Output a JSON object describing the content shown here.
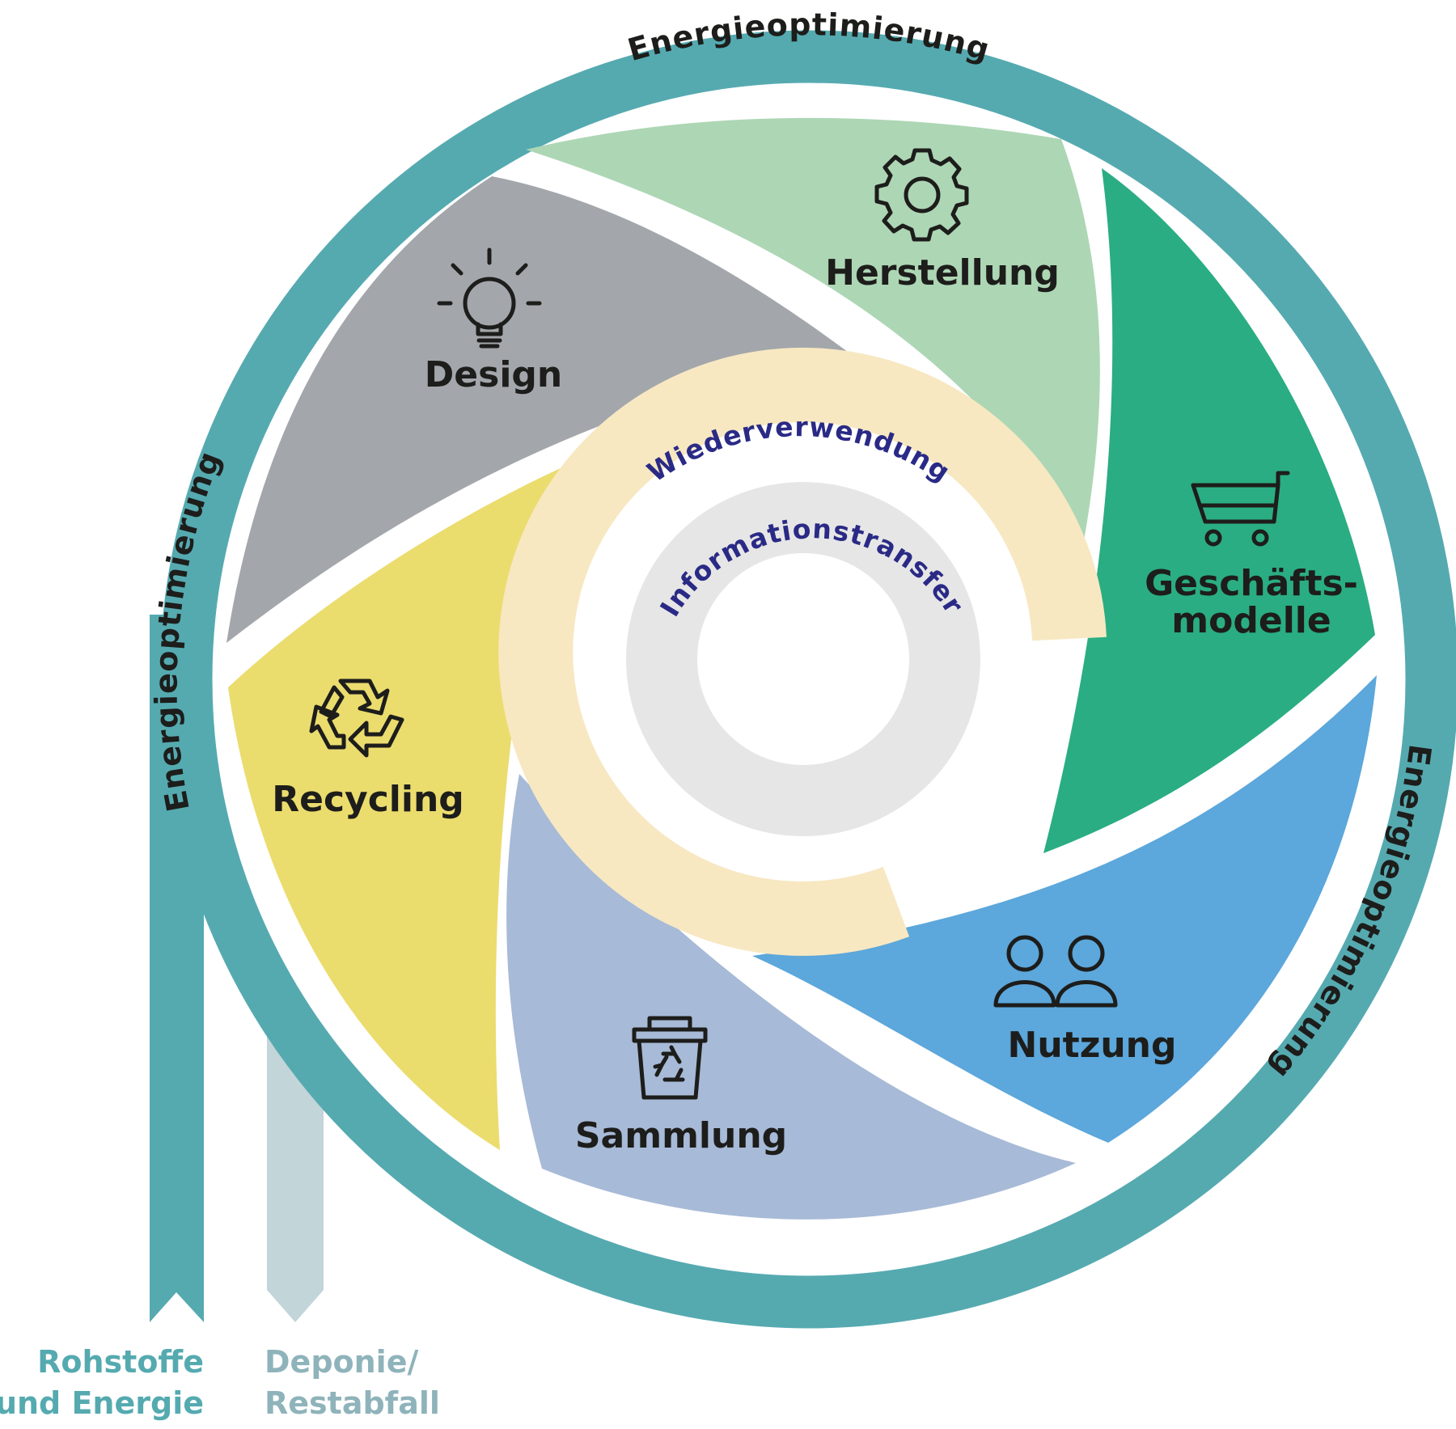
{
  "outer_ring": {
    "label_top": "Energieoptimierung",
    "label_left": "Energieoptimierung",
    "label_right": "Energieoptimierung",
    "color": "#55aab0"
  },
  "segments": [
    {
      "id": "design",
      "label": "Design",
      "icon": "lightbulb-icon",
      "color": "#a3a7ab"
    },
    {
      "id": "herstellung",
      "label": "Herstellung",
      "icon": "gear-icon",
      "color": "#add6b5"
    },
    {
      "id": "geschaeftsmodelle",
      "label_line1": "Geschäfts-",
      "label_line2": "modelle",
      "icon": "shopping-cart-icon",
      "color": "#2aad82"
    },
    {
      "id": "nutzung",
      "label": "Nutzung",
      "icon": "users-icon",
      "color": "#5ca7db"
    },
    {
      "id": "sammlung",
      "label": "Sammlung",
      "icon": "recycling-bin-icon",
      "color": "#a7bad7"
    },
    {
      "id": "recycling",
      "label": "Recycling",
      "icon": "recycle-icon",
      "color": "#ebdc6e"
    }
  ],
  "inner": {
    "reuse_label": "Wiederverwendung",
    "reuse_color": "#f7e8c2",
    "info_label": "Informationstransfer",
    "info_color": "#e6e6e6"
  },
  "inputs": {
    "raw_line1": "Rohstoffe",
    "raw_line2": "und Energie",
    "raw_color": "#55aab0",
    "landfill_line1": "Deponie/",
    "landfill_line2": "Restabfall",
    "landfill_color": "#c2d5d9"
  }
}
